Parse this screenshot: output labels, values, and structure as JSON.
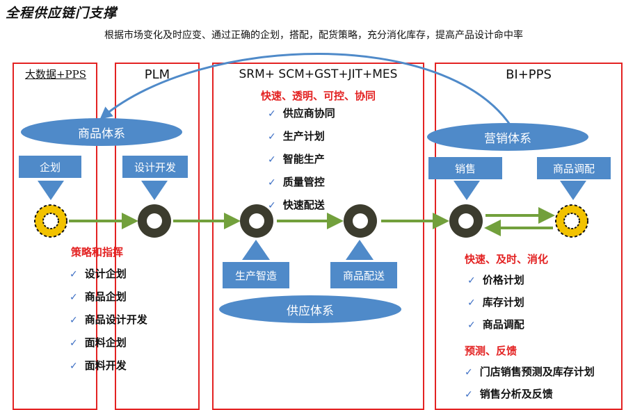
{
  "header": {
    "title": "全程供应链门支撑",
    "subtitle": "根据市场变化及时应变、通过正确的企划，搭配，配货策略，充分消化库存，提高产品设计命中率"
  },
  "columns": {
    "bigdata": {
      "label": "大数据+PPS"
    },
    "plm": {
      "label": "PLM"
    },
    "srm": {
      "label": "SRM+ SCM+GST+JIT+MES",
      "tagline": "快速、透明、可控、协同",
      "items": [
        "供应商协同",
        "生产计划",
        "智能生产",
        "质量管控",
        "快速配送"
      ]
    },
    "bi": {
      "label": "BI+PPS"
    }
  },
  "systems": {
    "product": "商品体系",
    "marketing": "营销体系",
    "supply": "供应体系"
  },
  "boxes": {
    "planning": "企划",
    "design": "设计开发",
    "sales": "销售",
    "allocation": "商品调配",
    "manufacturing": "生产智造",
    "delivery": "商品配送"
  },
  "strategy": {
    "heading": "策略和指挥",
    "items": [
      "设计企划",
      "商品企划",
      "商品设计开发",
      "面料企划",
      "面料开发"
    ]
  },
  "fast": {
    "heading": "快速、及时、消化",
    "items": [
      "价格计划",
      "库存计划",
      "商品调配"
    ]
  },
  "feedback": {
    "heading": "预测、反馈",
    "items": [
      "门店销售预测及库存计划",
      "销售分析及反馈"
    ]
  },
  "colors": {
    "frame_red": "#e32222",
    "shape_blue": "#4f8ac9",
    "node_dark": "#3c3c2e",
    "node_gold": "#f2c200",
    "arrow_green": "#72a03c",
    "check_blue": "#3d6fc4"
  }
}
